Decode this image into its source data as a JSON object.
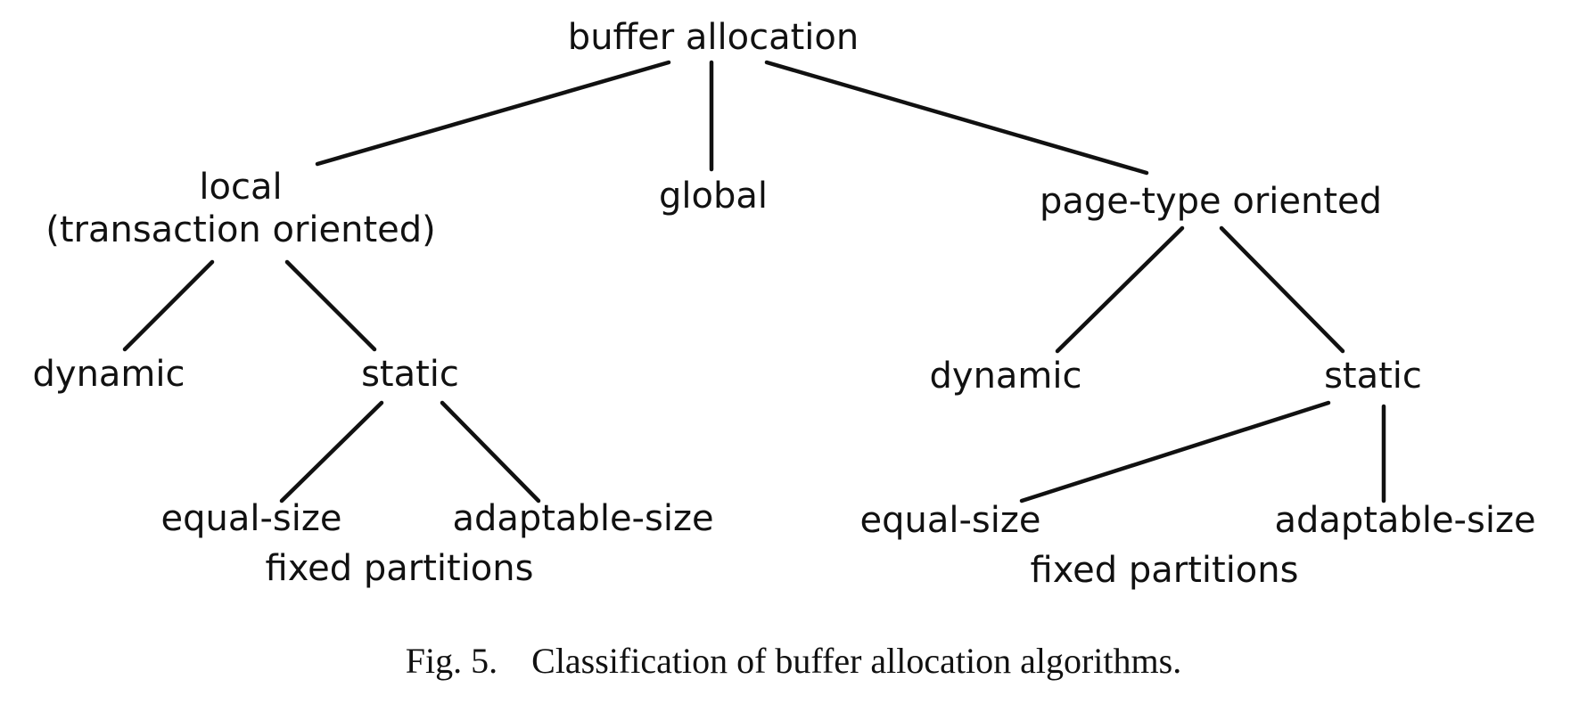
{
  "diagram": {
    "root": "buffer allocation",
    "local": {
      "line1": "local",
      "line2": "(transaction oriented)"
    },
    "global": "global",
    "page_type": "page-type oriented",
    "local_dynamic": "dynamic",
    "local_static": "static",
    "local_equal": "equal-size",
    "local_adaptable": "adaptable-size",
    "local_fixed": "fixed partitions",
    "pt_dynamic": "dynamic",
    "pt_static": "static",
    "pt_equal": "equal-size",
    "pt_adaptable": "adaptable-size",
    "pt_fixed": "fixed partitions"
  },
  "caption": {
    "number": "Fig. 5.",
    "text": "Classification of buffer allocation algorithms."
  }
}
